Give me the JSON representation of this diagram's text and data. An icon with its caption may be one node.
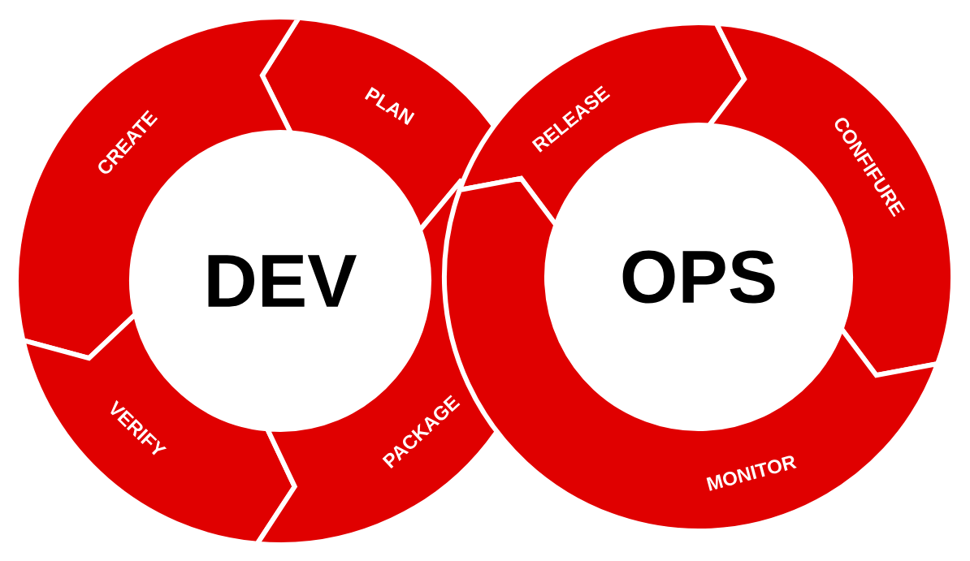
{
  "diagram": {
    "nodes": [
      {
        "text": [
          "CREATE"
        ]
      },
      {
        "text": [
          "PLAN"
        ]
      },
      {
        "text": [
          "RELEASE"
        ]
      },
      {
        "text": [
          "CONFIFURE"
        ]
      },
      {
        "text": [
          "DEV"
        ]
      },
      {
        "text": [
          "OPS"
        ]
      },
      {
        "text": [
          "VERIFY"
        ]
      },
      {
        "text": [
          "PACKAGE"
        ]
      },
      {
        "text": [
          "MONITOR"
        ]
      }
    ]
  }
}
